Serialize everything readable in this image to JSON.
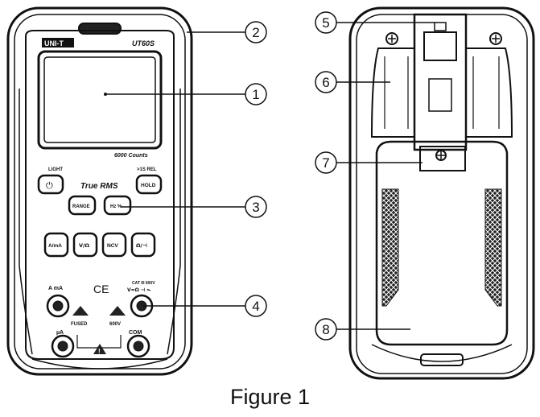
{
  "front": {
    "brand": "UNI-T",
    "model": "UT60S",
    "counts": "6000 Counts",
    "light_label": "LIGHT",
    "hold_label": ">1S REL",
    "true_rms": "True RMS",
    "buttons": [
      "RANGE",
      "Hz %",
      "A/mA",
      "V/Ω",
      "NCV",
      "Ω/⊣"
    ],
    "key_power": "⏻",
    "key_hold": "HOLD",
    "ce_mark": "CE",
    "jack_amA": "A mA",
    "jack_volt_label": "V≂Ω ⊣ ⏦",
    "jack_volt_limit": "CAT III 600V",
    "jack_ua": "µA",
    "jack_com": "COM",
    "warn_left": "FUSED",
    "warn_right": "600V",
    "warn_bottom": "!"
  },
  "callouts": [
    "1",
    "2",
    "3",
    "4",
    "5",
    "6",
    "7",
    "8"
  ],
  "caption": "Figure 1"
}
